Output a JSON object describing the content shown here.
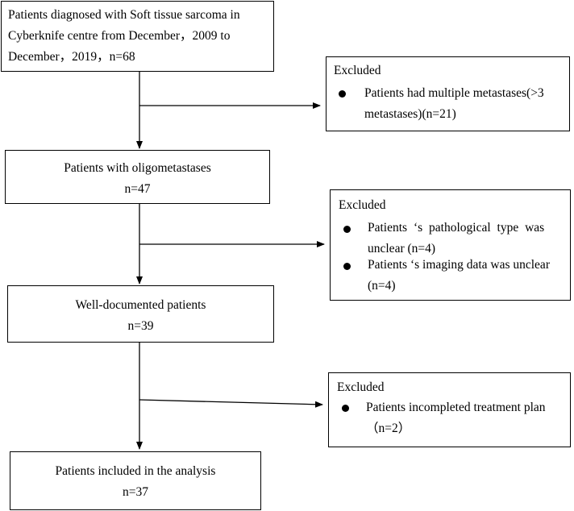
{
  "main_boxes": [
    {
      "lines": [
        "Patients diagnosed with Soft tissue sarcoma in",
        "Cyberknife centre from December，2009 to",
        "December，2019，n=68"
      ]
    },
    {
      "lines": [
        "Patients with oligometastases",
        "n=47"
      ]
    },
    {
      "lines": [
        "Well-documented patients",
        "n=39"
      ]
    },
    {
      "lines": [
        "Patients included in the analysis",
        "n=37"
      ]
    }
  ],
  "excluded_boxes": [
    {
      "title": "Excluded",
      "items": [
        {
          "lines": [
            "Patients had multiple metastases(>3",
            "metastases)(n=21)"
          ]
        }
      ]
    },
    {
      "title": "Excluded",
      "items": [
        {
          "lines": [
            "Patients ‘s pathological type was",
            "unclear (n=4)"
          ]
        },
        {
          "lines": [
            "Patients ‘s imaging data was unclear",
            "(n=4)"
          ]
        }
      ]
    },
    {
      "title": "Excluded",
      "items": [
        {
          "lines": [
            "Patients incompleted treatment plan",
            "（n=2）"
          ]
        }
      ]
    }
  ]
}
